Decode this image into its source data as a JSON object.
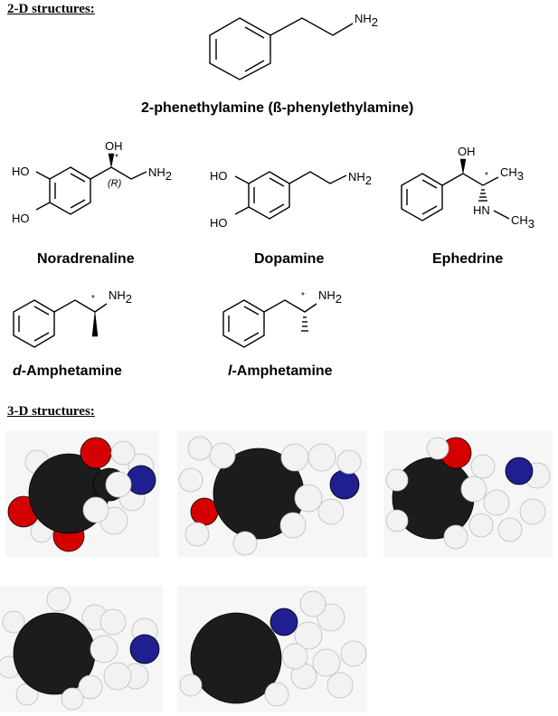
{
  "headings": {
    "two_d": "2-D structures:",
    "three_d": "3-D structures:"
  },
  "molecules": {
    "phenethylamine": {
      "name": "2-phenethylamine (ß-phenylethylamine)",
      "amine_label": "NH",
      "amine_sub": "2"
    },
    "noradrenaline": {
      "name": "Noradrenaline",
      "oh_label": "OH",
      "ho_top": "HO",
      "ho_bottom": "HO",
      "amine_label": "NH",
      "amine_sub": "2",
      "stereo_marker": "*",
      "config": "(R)"
    },
    "dopamine": {
      "name": "Dopamine",
      "ho_top": "HO",
      "ho_bottom": "HO",
      "amine_label": "NH",
      "amine_sub": "2"
    },
    "ephedrine": {
      "name": "Ephedrine",
      "oh_label": "OH",
      "methyl_label": "CH",
      "methyl_sub": "3",
      "nh_label": "HN",
      "nmethyl_label": "CH",
      "nmethyl_sub": "3",
      "stereo_marker": "*"
    },
    "d_amphetamine": {
      "prefix": "d",
      "suffix": "-Amphetamine",
      "amine_label": "NH",
      "amine_sub": "2",
      "stereo_marker": "*"
    },
    "l_amphetamine": {
      "prefix": "l",
      "suffix": "-Amphetamine",
      "amine_label": "NH",
      "amine_sub": "2",
      "stereo_marker": "*"
    }
  },
  "atom_colors": {
    "carbon": "#1c1c1c",
    "hydrogen": "#f2f2f2",
    "oxygen": "#d40000",
    "nitrogen": "#1f1f8f"
  }
}
